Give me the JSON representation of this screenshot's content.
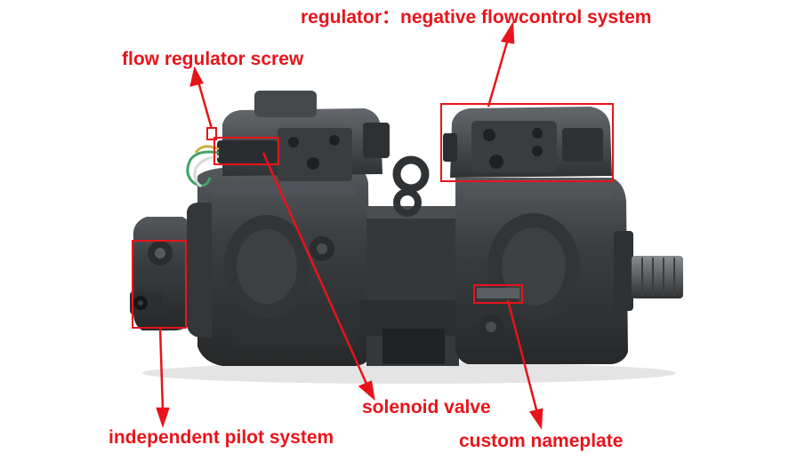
{
  "callouts": {
    "regulator": "regulator：negative flowcontrol system",
    "flow_regulator_screw": "flow regulator screw",
    "solenoid_valve": "solenoid valve",
    "independent_pilot_system": "independent pilot system",
    "custom_nameplate": "custom nameplate"
  },
  "colors": {
    "annotation": "#e8141b",
    "pump_body": "#3f4245",
    "pump_dark": "#25282b",
    "pump_highlight": "#6c7074",
    "background": "#ffffff"
  }
}
